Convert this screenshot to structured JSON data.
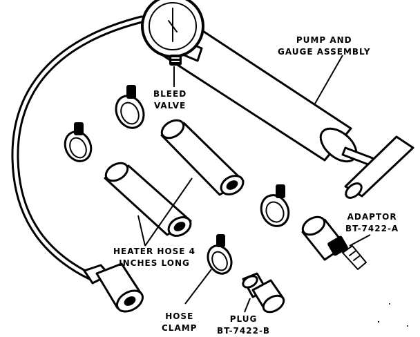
{
  "labels": {
    "pump": [
      "PUMP AND",
      "GAUGE ASSEMBLY"
    ],
    "bleed": [
      "BLEED",
      "VALVE"
    ],
    "adaptor": [
      "ADAPTOR",
      "BT-7422-A"
    ],
    "heater_hose": [
      "HEATER HOSE 4",
      "INCHES LONG"
    ],
    "hose_clamp": [
      "HOSE",
      "CLAMP"
    ],
    "plug": [
      "PLUG",
      "BT-7422-B"
    ]
  },
  "colors": {
    "ink": "#000000",
    "paper": "#ffffff"
  }
}
